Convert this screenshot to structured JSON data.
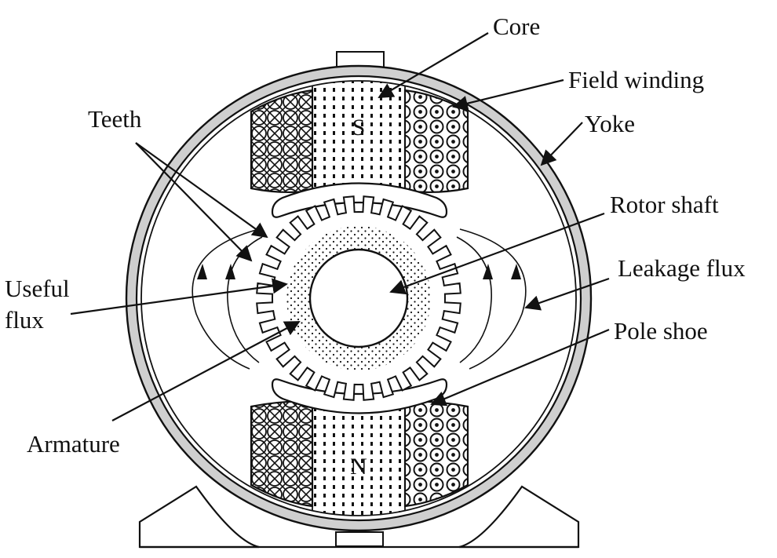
{
  "labels": {
    "core": "Core",
    "field_winding": "Field winding",
    "yoke": "Yoke",
    "teeth": "Teeth",
    "rotor_shaft": "Rotor shaft",
    "leakage_flux": "Leakage flux",
    "useful_flux_line1": "Useful",
    "useful_flux_line2": "flux",
    "pole_shoe": "Pole shoe",
    "armature": "Armature"
  },
  "poles": {
    "top": "S",
    "bottom": "N"
  },
  "armature_tooth_count": 32
}
